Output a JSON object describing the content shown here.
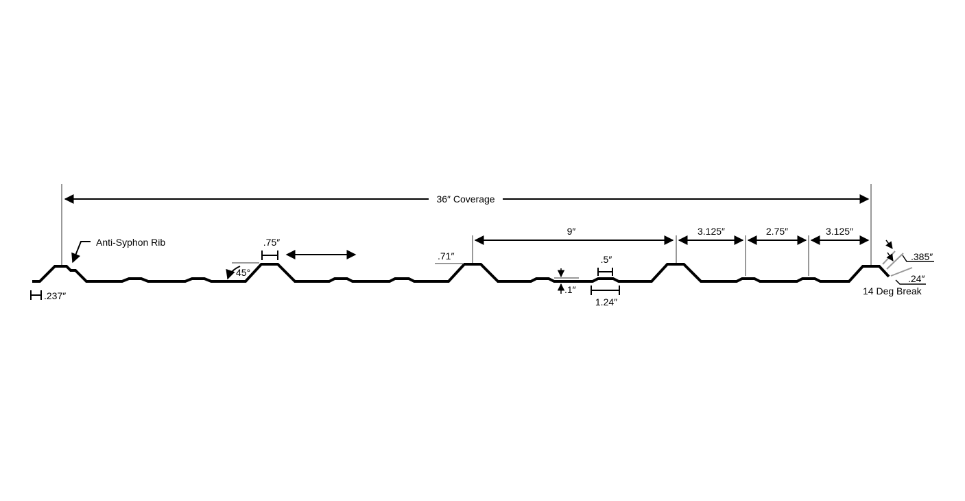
{
  "labels": {
    "coverage": "36″ Coverage",
    "anti_syphon": "Anti-Syphon Rib",
    "left_lap": ".237″",
    "crown_width": ".75″",
    "angle": "45°",
    "rib_height": ".71″",
    "major_spacing": "9″",
    "span_a": "3.125″",
    "span_b": "2.75″",
    "span_c": "3.125″",
    "minor_height": ".1″",
    "minor_top": ".5″",
    "minor_base": "1.24″",
    "end_a": ".385″",
    "end_b": ".24″",
    "break": "14 Deg Break"
  },
  "colors": {
    "profile": "#000000",
    "guide": "#999999",
    "arrow": "#000000"
  }
}
